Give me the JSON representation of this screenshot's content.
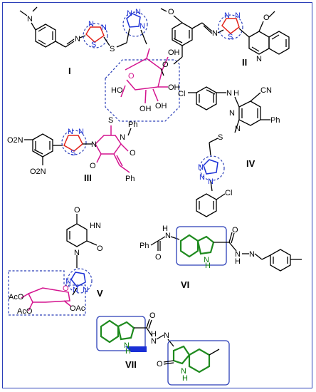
{
  "compounds": [
    {
      "id": "I",
      "atoms": [
        "N",
        "N",
        "N",
        "N",
        "S",
        "S",
        "N",
        "N",
        "N",
        "OH",
        "OH",
        "HO",
        "OH",
        "OH",
        "O"
      ]
    },
    {
      "id": "II",
      "atoms": [
        "O",
        "N",
        "N",
        "N",
        "S",
        "O",
        "N",
        "O"
      ]
    },
    {
      "id": "III",
      "atoms": [
        "O2N",
        "O2N",
        "N",
        "N",
        "S",
        "S",
        "N",
        "Ph",
        "O",
        "N",
        "O",
        "Ph"
      ]
    },
    {
      "id": "IV",
      "atoms": [
        "Cl",
        "N",
        "H",
        "CN",
        "N",
        "N",
        "Ph",
        "S",
        "N",
        "N",
        "N",
        "Cl"
      ]
    },
    {
      "id": "V",
      "atoms": [
        "O",
        "HN",
        "N",
        "O",
        "N",
        "N",
        "N",
        "O",
        "AcO",
        "OAc",
        "AcO"
      ]
    },
    {
      "id": "VI",
      "atoms": [
        "Ph",
        "N",
        "H",
        "O",
        "N",
        "H",
        "O",
        "N",
        "H",
        "N"
      ]
    },
    {
      "id": "VII",
      "atoms": [
        "N",
        "H",
        "O",
        "N",
        "H",
        "N",
        "O",
        "N",
        "H"
      ]
    }
  ],
  "colors": {
    "frame": "#2b3fb8",
    "thiadiazole": "#e2231a",
    "triazole": "#1a2fd6",
    "sugar_pink": "#d4148f",
    "indole_green": "#1e8a1e"
  }
}
